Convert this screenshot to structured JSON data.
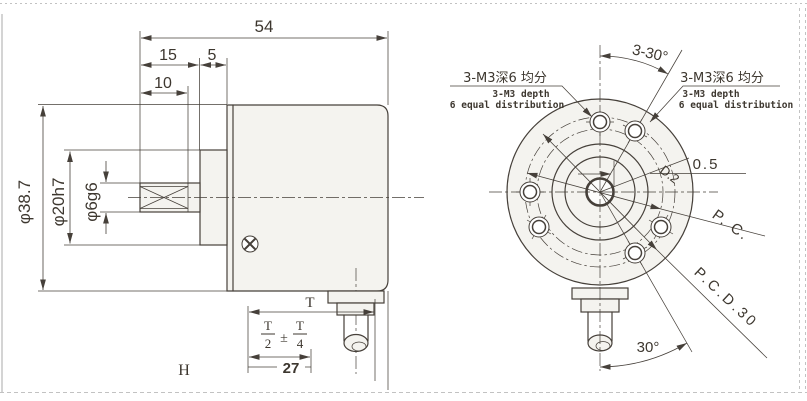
{
  "colors": {
    "line": "#46403a",
    "fill_light": "#f4f3ef",
    "border_dash": "#c2c2c2"
  },
  "side_view": {
    "dim_total_length": "54",
    "dim_shaft_length": "15",
    "dim_boss_length": "5",
    "dim_flat_length": "10",
    "dia_body": "φ38.7",
    "dia_boss": "φ20h7",
    "dia_shaft": "φ6g6",
    "cable_label_t": "T",
    "frac_num1": "T",
    "frac_den1": "2",
    "frac_pm": "±",
    "frac_num2": "T",
    "frac_den2": "4",
    "dim_cable_offset": "27",
    "label_h": "H"
  },
  "front_view": {
    "angle_top": "3-30°",
    "angle_bottom": "30°",
    "screw_note_left_cn": "3-M3深6 均分",
    "screw_note_left_en1": "3-M3 depth",
    "screw_note_left_en2": "6 equal distribution",
    "screw_note_right_cn": "3-M3深6 均分",
    "screw_note_right_en1": "3-M3 depth",
    "screw_note_right_en2": "6 equal distribution",
    "dim_offset": "0.5",
    "pcd_label_fragment": "D.2",
    "pc_label_fragment": "P. C.",
    "pcd_30": "P.C.D.30"
  }
}
